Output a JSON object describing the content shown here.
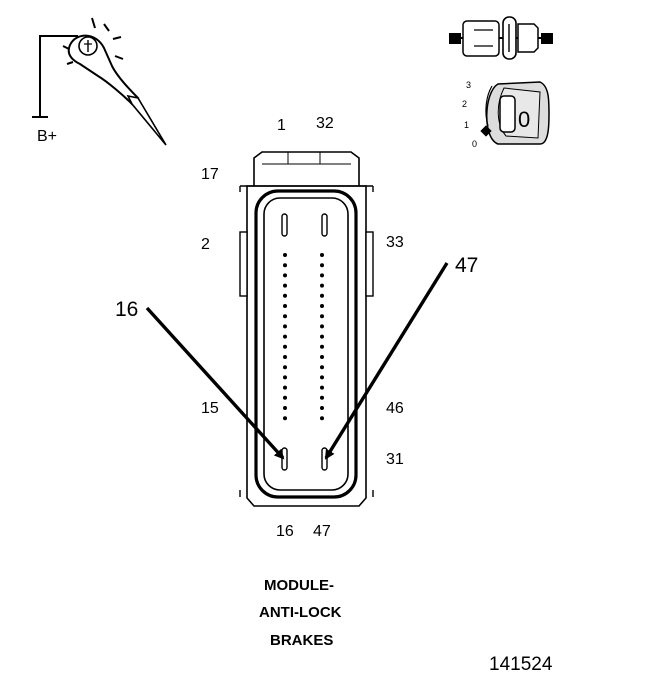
{
  "test_light": {
    "supply_label": "B+"
  },
  "ignition": {
    "positions": [
      "3",
      "2",
      "1",
      "0"
    ],
    "key_position": "0"
  },
  "pin_labels": {
    "top_left": "1",
    "top_right": "32",
    "row_17": "17",
    "row_2": "2",
    "row_33": "33",
    "row_15": "15",
    "row_46": "46",
    "row_31": "31",
    "bottom_left": "16",
    "bottom_right": "47"
  },
  "callouts": {
    "left": "16",
    "right": "47"
  },
  "caption": {
    "line1": "MODULE-",
    "line2": "ANTI-LOCK",
    "line3": "BRAKES"
  },
  "figure_number": "141524"
}
